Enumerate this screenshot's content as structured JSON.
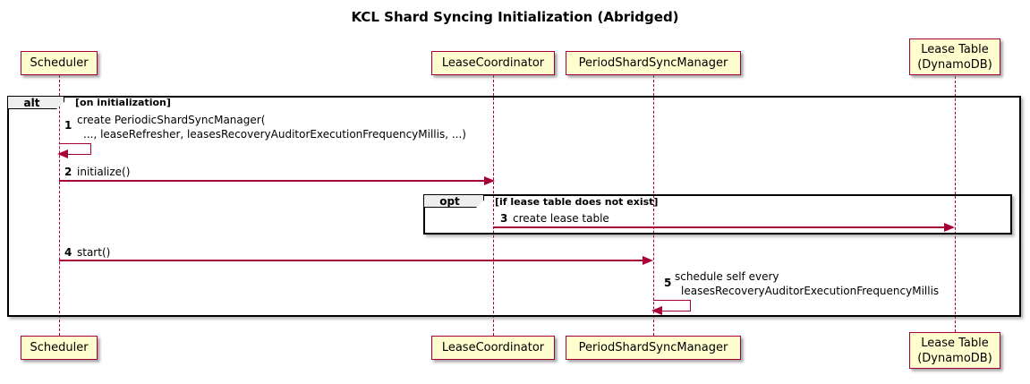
{
  "title": "KCL Shard Syncing Initialization (Abridged)",
  "colors": {
    "participant_fill": "#FEFECE",
    "participant_border": "#A80036",
    "arrow": "#A80036",
    "lifeline": "#A80036",
    "frame_border": "#000000",
    "frame_tab_fill": "#EEEEEE"
  },
  "participants": {
    "scheduler": {
      "label": "Scheduler"
    },
    "lease_coordinator": {
      "label": "LeaseCoordinator"
    },
    "period_shard_sync_manager": {
      "label": "PeriodShardSyncManager"
    },
    "lease_table": {
      "label_line1": "Lease Table",
      "label_line2": "(DynamoDB)"
    }
  },
  "frames": {
    "alt": {
      "operator": "alt",
      "guard": "[on initialization]"
    },
    "opt": {
      "operator": "opt",
      "guard": "[if lease table does not exist]"
    }
  },
  "messages": {
    "m1": {
      "seq": "1",
      "text_line1": "create PeriodicShardSyncManager(",
      "text_line2": "..., leaseRefresher, leasesRecoveryAuditorExecutionFrequencyMillis, ...)"
    },
    "m2": {
      "seq": "2",
      "text": "initialize()"
    },
    "m3": {
      "seq": "3",
      "text": "create lease table"
    },
    "m4": {
      "seq": "4",
      "text": "start()"
    },
    "m5": {
      "seq": "5",
      "text_line1": "schedule self every",
      "text_line2": "leasesRecoveryAuditorExecutionFrequencyMillis"
    }
  }
}
